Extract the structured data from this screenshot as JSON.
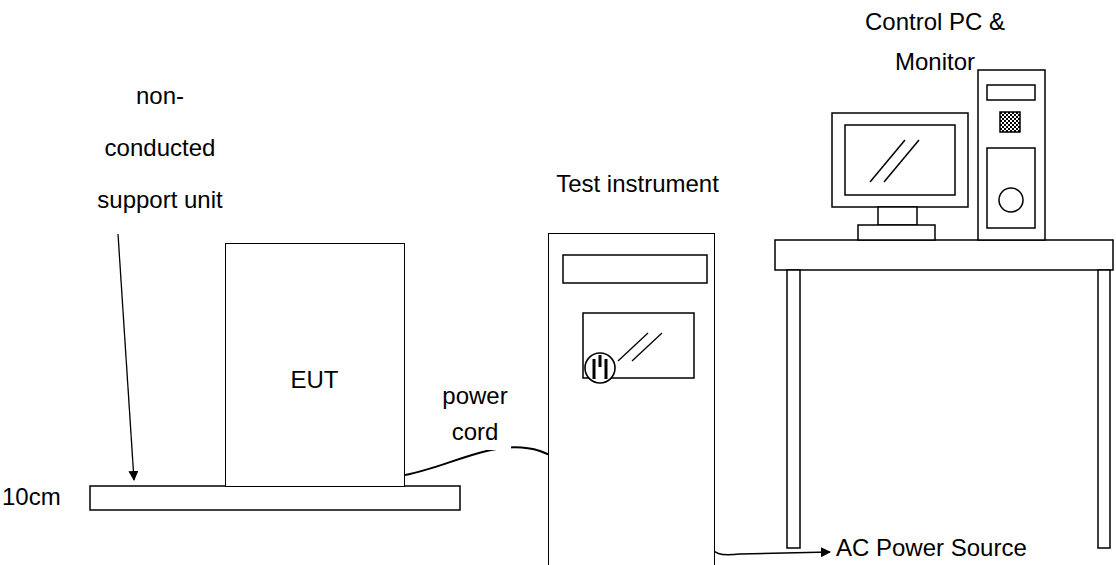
{
  "diagram": {
    "nodes": [
      {
        "text": [
          "EUT"
        ]
      },
      {
        "text": [
          "Test instrument"
        ]
      }
    ],
    "edges": [
      {
        "from": 0,
        "to": 1,
        "arrow": "none",
        "label": "power cord"
      }
    ],
    "labels": [
      "non-conducted support unit",
      "10cm",
      "Control PC & Monitor",
      "AC Power Source"
    ]
  }
}
